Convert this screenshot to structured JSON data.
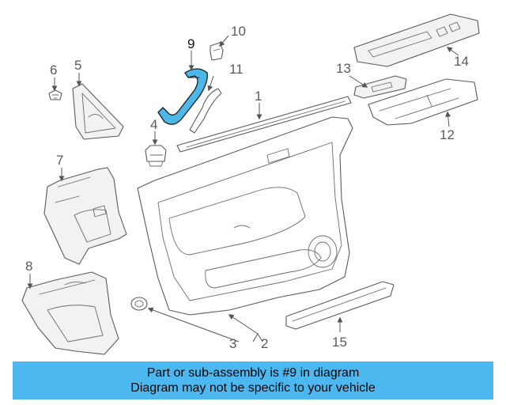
{
  "callouts": {
    "c1": "1",
    "c2": "2",
    "c3": "3",
    "c4": "4",
    "c5": "5",
    "c6": "6",
    "c7": "7",
    "c8": "8",
    "c9": "9",
    "c10": "10",
    "c11": "11",
    "c12": "12",
    "c13": "13",
    "c14": "14",
    "c15": "15"
  },
  "highlighted_part": "9",
  "colors": {
    "highlight": "#4db8e8",
    "banner": "#4db8ef"
  },
  "banner": {
    "line1": "Part or sub-assembly is #9 in diagram",
    "line2": "Diagram may not be specific to your vehicle"
  }
}
